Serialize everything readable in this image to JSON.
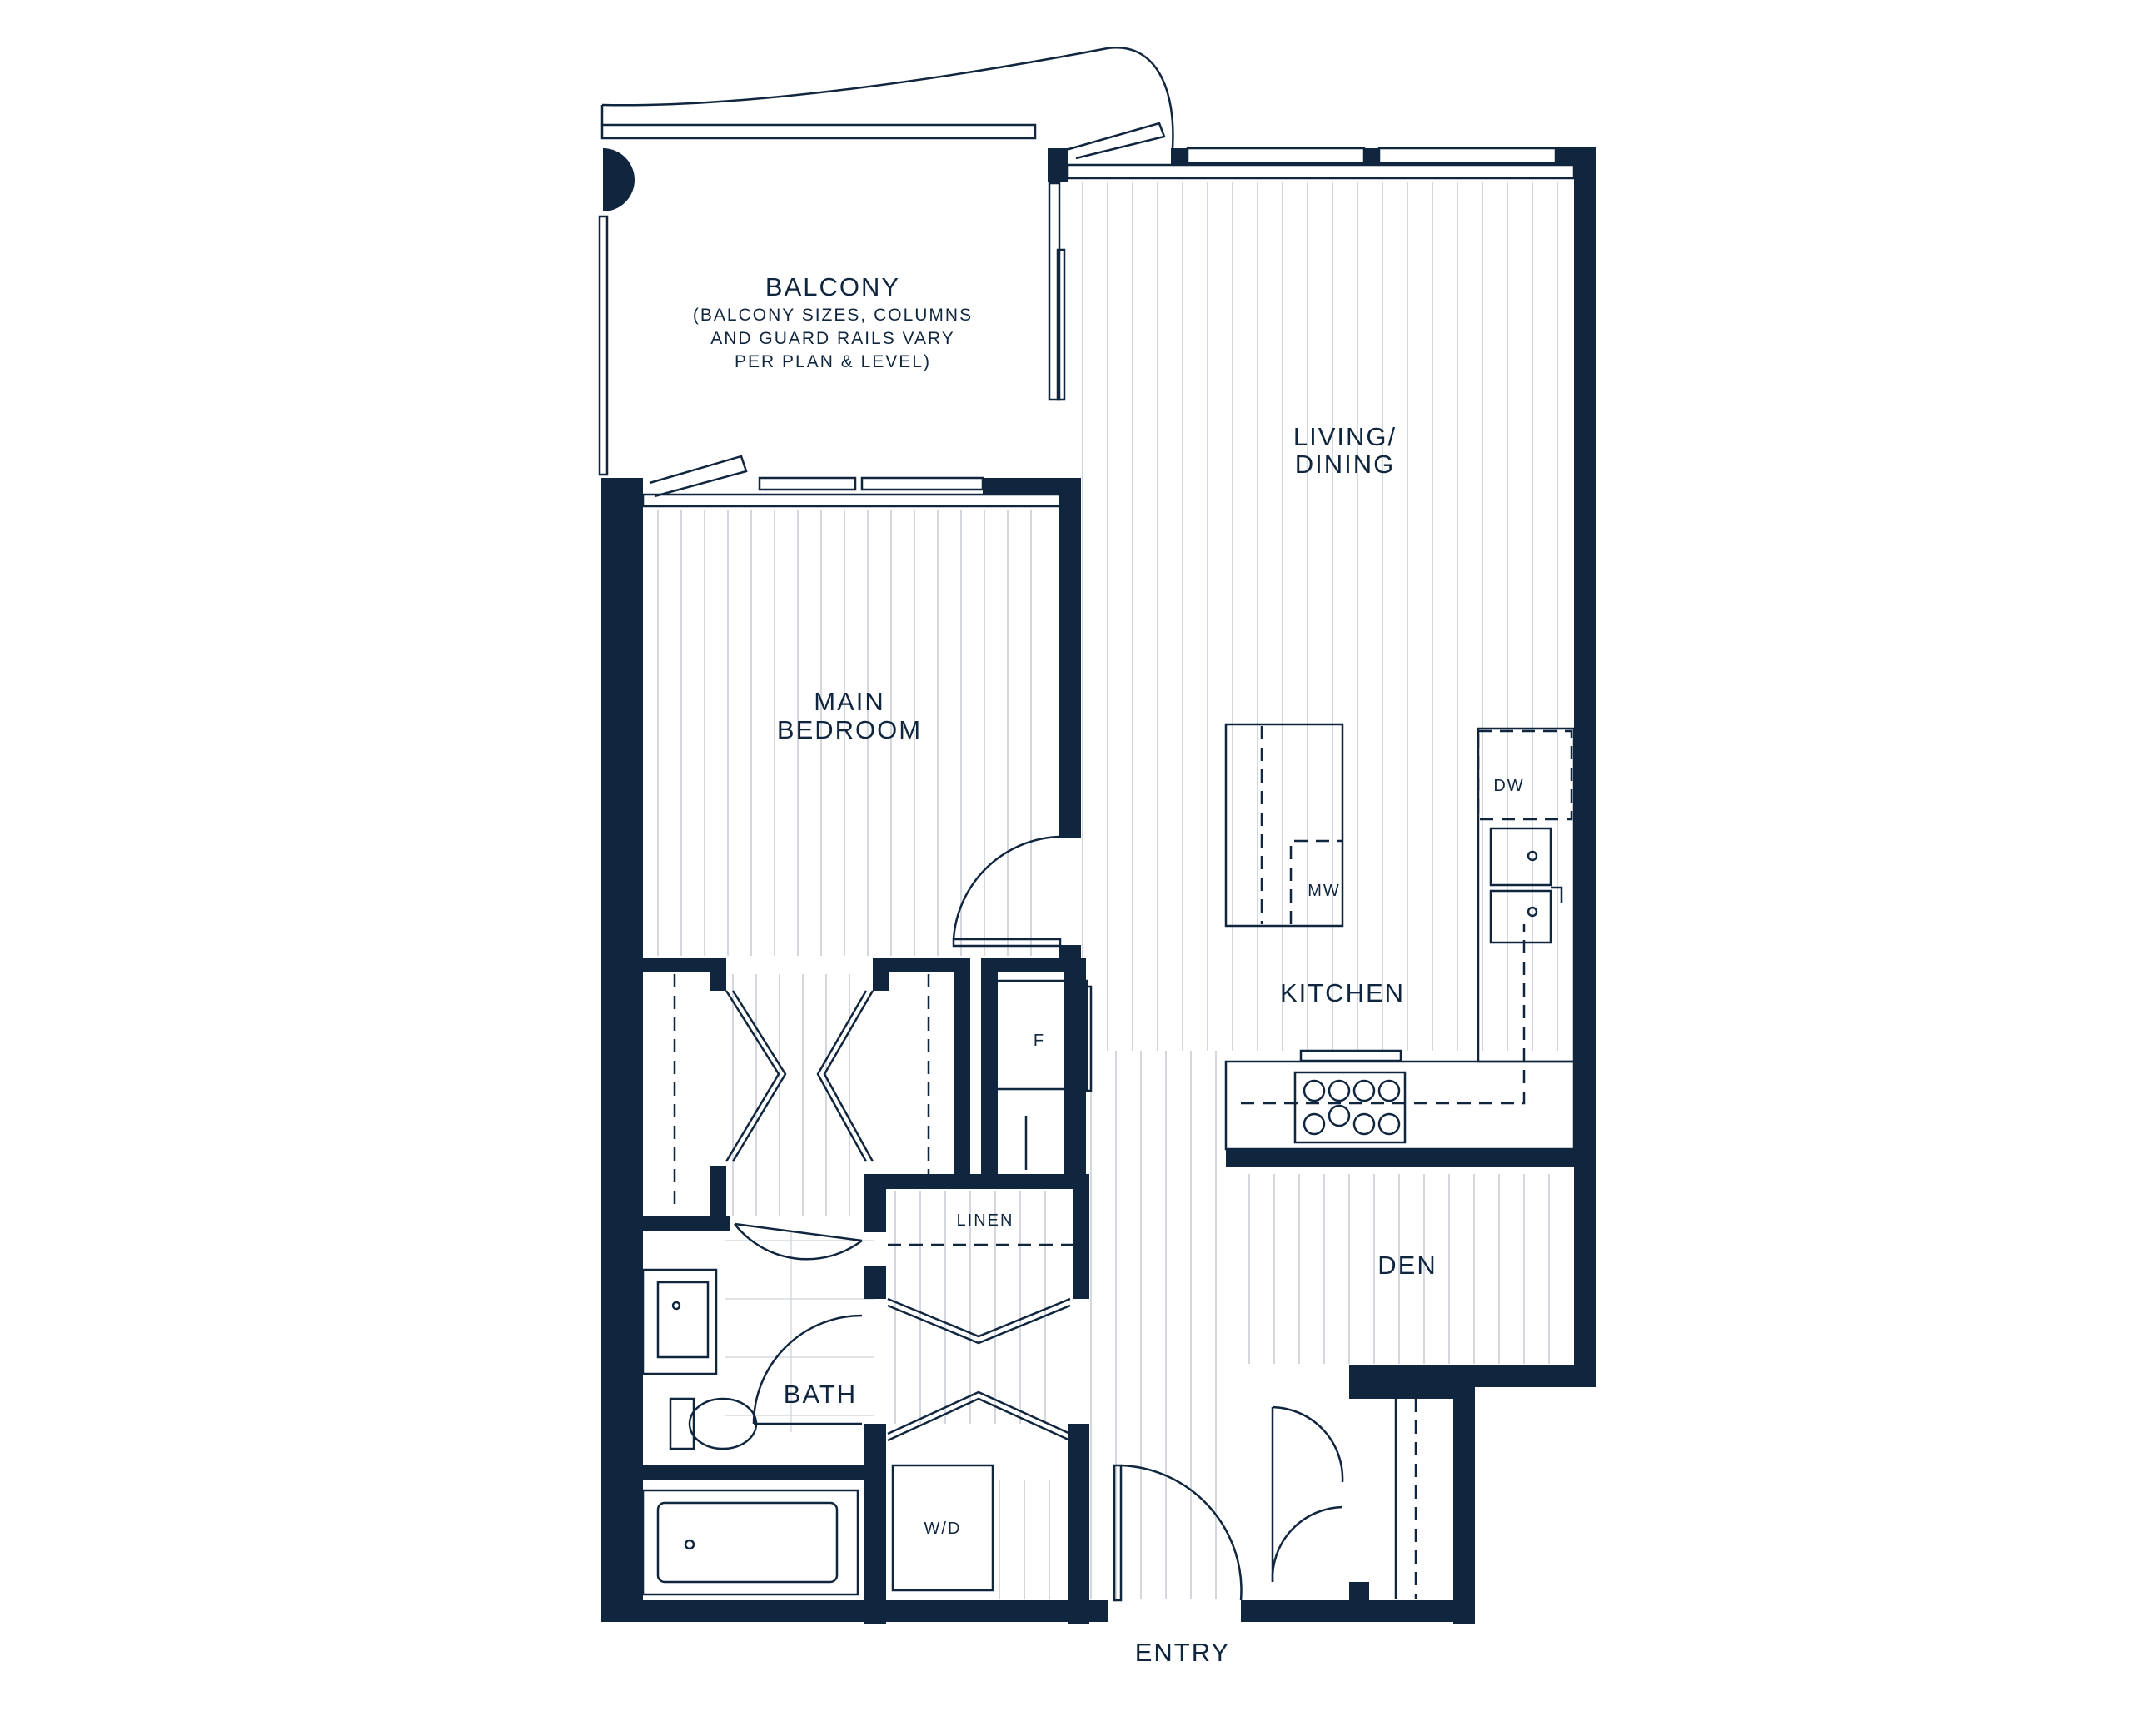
{
  "rooms": {
    "balcony": {
      "title": "BALCONY",
      "note_line1": "(BALCONY SIZES, COLUMNS",
      "note_line2": "AND GUARD RAILS VARY",
      "note_line3": "PER PLAN & LEVEL)"
    },
    "living": {
      "line1": "LIVING/",
      "line2": "DINING"
    },
    "main_bedroom": {
      "line1": "MAIN",
      "line2": "BEDROOM"
    },
    "kitchen": "KITCHEN",
    "den": "DEN",
    "bath": "BATH",
    "linen": "LINEN",
    "entry": "ENTRY"
  },
  "appliances": {
    "dishwasher": "DW",
    "microwave": "MW",
    "fridge": "F",
    "washer_dryer": "W/D"
  },
  "colors": {
    "wall": "#10263f",
    "floor_line": "#c9ced6",
    "background": "#ffffff"
  }
}
